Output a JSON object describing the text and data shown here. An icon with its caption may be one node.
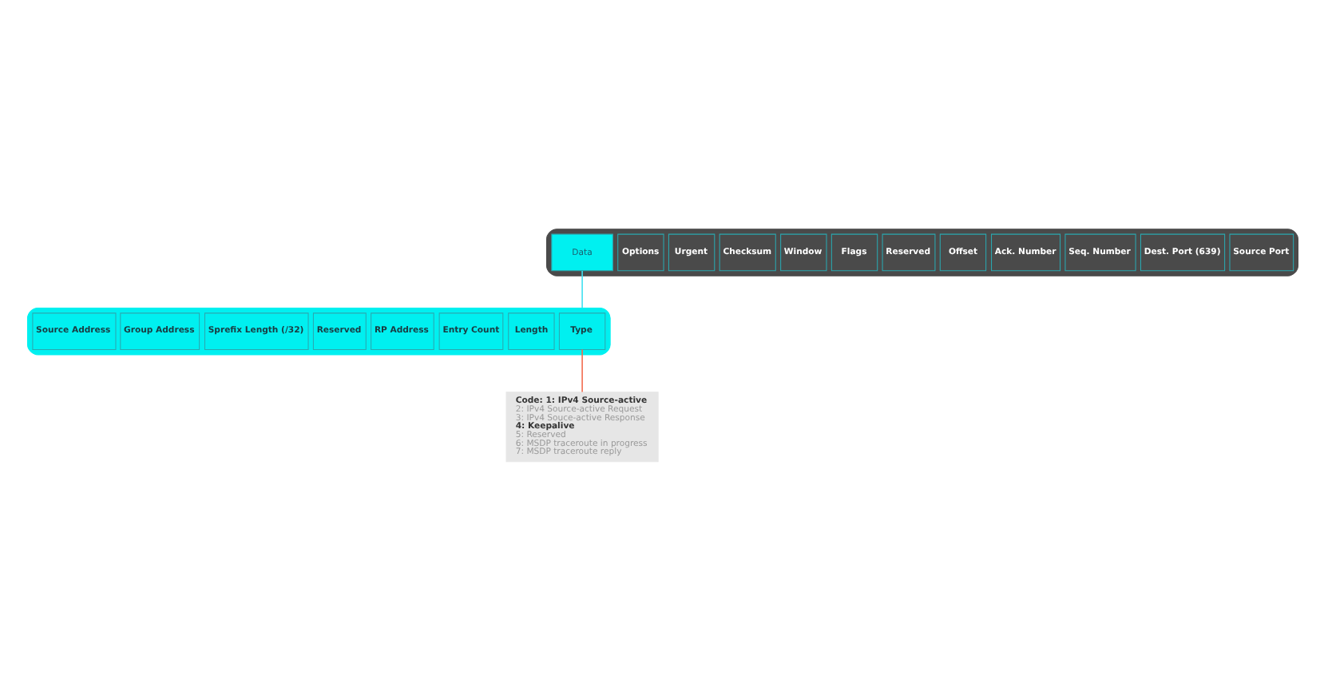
{
  "diagram": {
    "nodes": [
      {
        "text": [],
        "shape": "bar"
      },
      {
        "text": [
          "Source Port"
        ],
        "in": 0
      },
      {
        "text": [
          "Dest. Port (639)"
        ],
        "in": 0
      },
      {
        "text": [
          "Seq. Number"
        ],
        "in": 0
      },
      {
        "text": [
          "Ack. Number"
        ],
        "in": 0
      },
      {
        "text": [
          "Offset"
        ],
        "in": 0
      },
      {
        "text": [
          "Reserved"
        ],
        "in": 0
      },
      {
        "text": [
          "Flags"
        ],
        "in": 0
      },
      {
        "text": [
          "Window"
        ],
        "in": 0
      },
      {
        "text": [
          "Checksum"
        ],
        "in": 0
      },
      {
        "text": [
          "Urgent"
        ],
        "in": 0
      },
      {
        "text": [
          "Options"
        ],
        "in": 0
      },
      {
        "text": [
          "Data"
        ],
        "in": 0
      },
      {
        "text": [],
        "shape": "bar"
      },
      {
        "text": [
          "Type"
        ],
        "in": 13
      },
      {
        "text": [
          "Length"
        ],
        "in": 13
      },
      {
        "text": [
          "Entry Count"
        ],
        "in": 13
      },
      {
        "text": [
          "RP Address"
        ],
        "in": 13
      },
      {
        "text": [
          "Reserved"
        ],
        "in": 13
      },
      {
        "text": [
          "Sprefix Length (/32)"
        ],
        "in": 13
      },
      {
        "text": [
          "Group Address"
        ],
        "in": 13
      },
      {
        "text": [
          "Source Address"
        ],
        "in": 13
      },
      {
        "text": [
          "**Code: 1: IPv4 Source-active**",
          "2: IPv4 Source-active Request",
          "3: IPv4 Souce-active Response",
          "**4: Keepalive**",
          "5: Reserved",
          "6: MSDP traceroute in progress",
          "7: MSDP traceroute reply"
        ]
      }
    ],
    "edges": [
      {
        "from": 12,
        "to": 13,
        "arrow": "none",
        "color": "#40e0f0"
      },
      {
        "from": 14,
        "to": 22,
        "arrow": "none",
        "color": "#f26b4f"
      }
    ]
  }
}
